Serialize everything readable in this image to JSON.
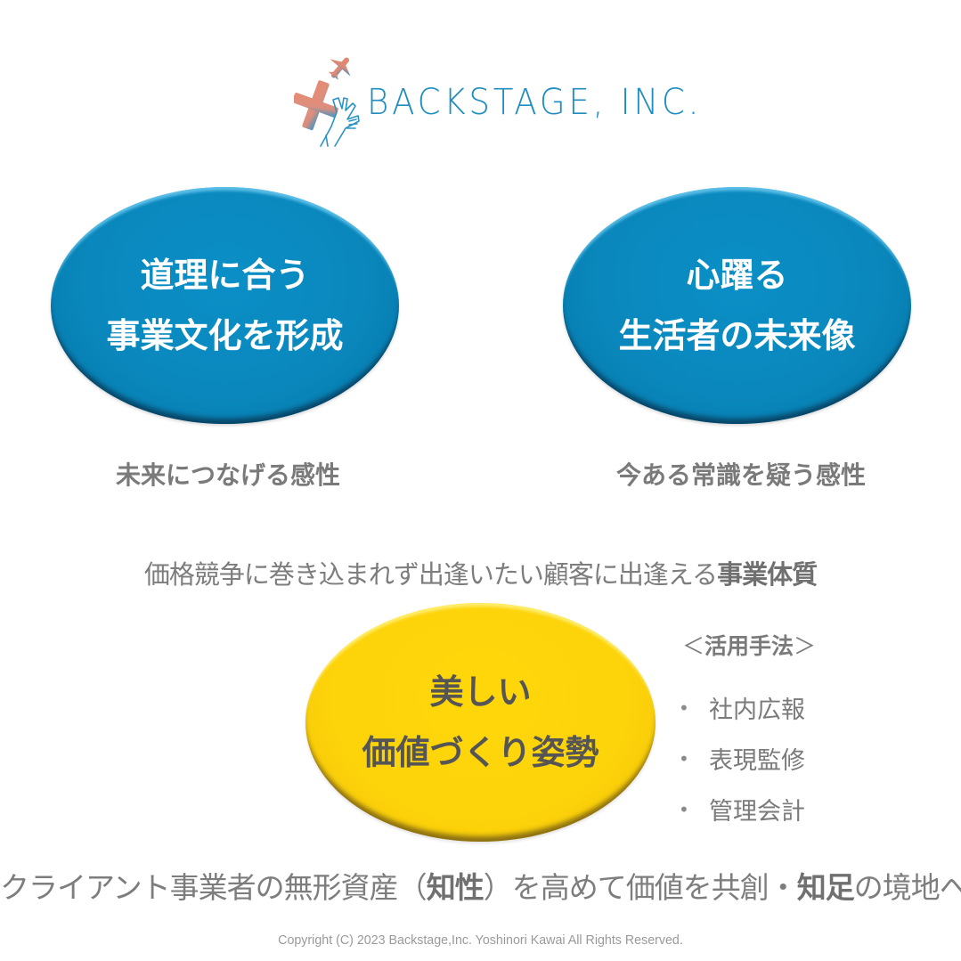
{
  "logo": {
    "text": "BACKSTAGE, INC.",
    "icon": "airplane-hands-logo-icon",
    "colors": {
      "text": "#1f8dbf",
      "accent": "#e8846a"
    }
  },
  "ellipses": {
    "left": {
      "color": "#0a88bd",
      "lines": [
        "道理に合う",
        "事業文化を形成"
      ]
    },
    "right": {
      "color": "#0a88bd",
      "lines": [
        "心躍る",
        "生活者の未来像"
      ]
    },
    "bottom": {
      "color": "#fdd30a",
      "lines": [
        "美しい",
        "価値づくり姿勢"
      ]
    }
  },
  "captions": {
    "left": "未来につなげる感性",
    "right": "今ある常識を疑う感性"
  },
  "statement_middle": {
    "normal": "価格競争に巻き込まれず出逢いたい顧客に出逢える",
    "bold": "事業体質"
  },
  "methods": {
    "open_bracket": "＜",
    "title": "活用手法",
    "close_bracket": "＞",
    "bullet": "•",
    "items": [
      "社内広報",
      "表現監修",
      "管理会計"
    ]
  },
  "statement_bottom": {
    "part1": "クライアント事業者の無形資産（",
    "bold1": "知性",
    "part2": "）を高めて価値を共創・",
    "bold2": "知足",
    "part3": "の境地へ"
  },
  "footer": {
    "copyright": "Copyright (C) 2023 Backstage,Inc. Yoshinori Kawai All Rights Reserved."
  }
}
